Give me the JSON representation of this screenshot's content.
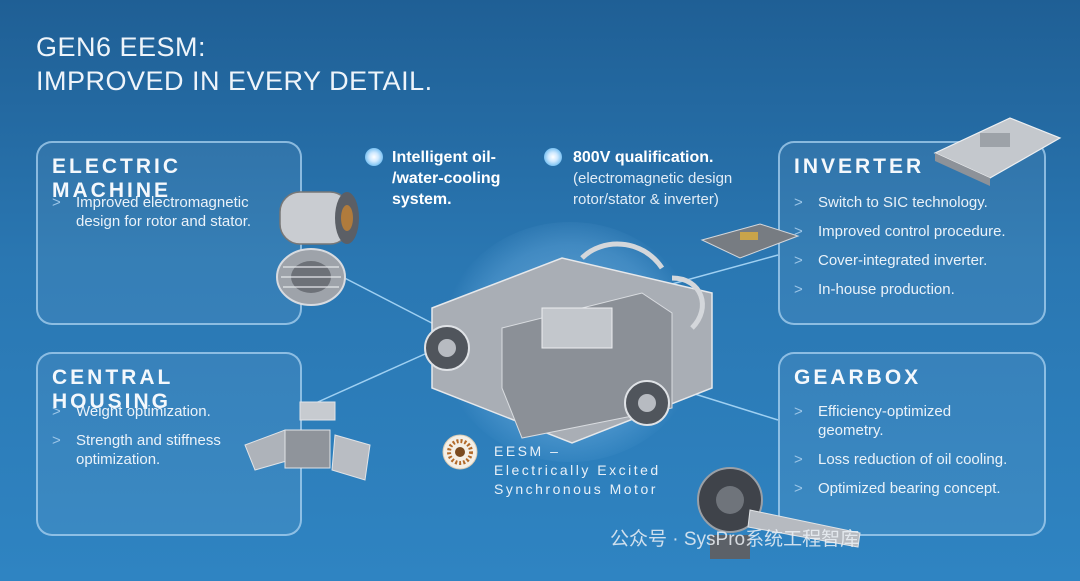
{
  "title": {
    "line1": "GEN6 EESM:",
    "line2": "IMPROVED IN EVERY DETAIL."
  },
  "electric_machine": {
    "heading": "ELECTRIC MACHINE",
    "items": [
      "Improved electromagnetic design for rotor and stator."
    ]
  },
  "central_housing": {
    "heading": "CENTRAL HOUSING",
    "items": [
      "Weight optimization.",
      "Strength and stiffness optimization."
    ]
  },
  "inverter": {
    "heading": "INVERTER",
    "items": [
      "Switch to SIC technology.",
      "Improved control procedure.",
      "Cover-integrated inverter.",
      "In-house production."
    ]
  },
  "gearbox": {
    "heading": "GEARBOX",
    "items": [
      "Efficiency-optimized geometry.",
      "Loss reduction of oil cooling.",
      "Optimized bearing concept."
    ]
  },
  "features": {
    "cooling": {
      "line1": "Intelligent oil-",
      "line2": "/water-cooling",
      "line3": "system."
    },
    "voltage": {
      "title": "800V qualification.",
      "line1": "(electromagnetic design",
      "line2": "rotor/stator & inverter)"
    }
  },
  "eesm": {
    "line1": "EESM –",
    "line2": "Electrically Excited",
    "line3": "Synchronous Motor"
  },
  "watermark": "公众号 · SysPro系统工程智库",
  "chevron": ">",
  "colors": {
    "panel_border": "#aad2f0",
    "accent_glow": "#7cc2f2",
    "background": "#2a77b2"
  }
}
